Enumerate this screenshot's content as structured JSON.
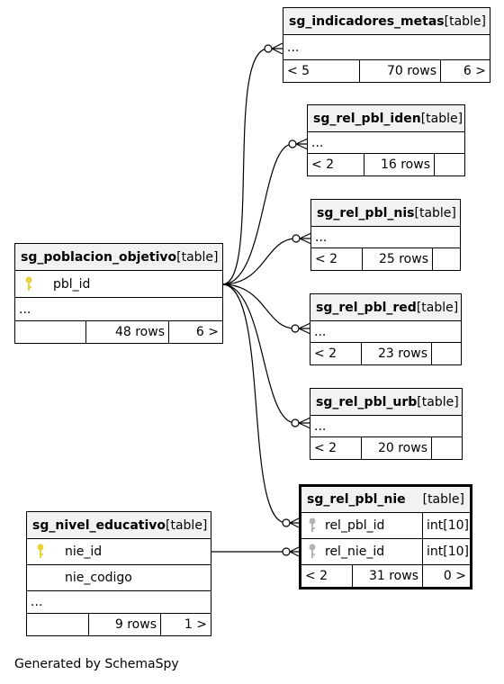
{
  "credit": "Generated by SchemaSpy",
  "tables": {
    "indicadores": {
      "name": "sg_indicadores_metas",
      "tag": "[table]",
      "ellipsis": "...",
      "prev": "< 5",
      "rows": "70 rows",
      "next": "6 >"
    },
    "iden": {
      "name": "sg_rel_pbl_iden",
      "tag": "[table]",
      "ellipsis": "...",
      "prev": "< 2",
      "rows": "16 rows",
      "next": ""
    },
    "nis": {
      "name": "sg_rel_pbl_nis",
      "tag": "[table]",
      "ellipsis": "...",
      "prev": "< 2",
      "rows": "25 rows",
      "next": ""
    },
    "red": {
      "name": "sg_rel_pbl_red",
      "tag": "[table]",
      "ellipsis": "...",
      "prev": "< 2",
      "rows": "23 rows",
      "next": ""
    },
    "urb": {
      "name": "sg_rel_pbl_urb",
      "tag": "[table]",
      "ellipsis": "...",
      "prev": "< 2",
      "rows": "20 rows",
      "next": ""
    },
    "poblacion": {
      "name": "sg_poblacion_objetivo",
      "tag": "[table]",
      "col1": "pbl_id",
      "ellipsis": "...",
      "prev": "",
      "rows": "48 rows",
      "next": "6 >"
    },
    "nie": {
      "name": "sg_rel_pbl_nie",
      "tag": "[table]",
      "col1": "rel_pbl_id",
      "col1_type": "int[10]",
      "col2": "rel_nie_id",
      "col2_type": "int[10]",
      "prev": "< 2",
      "rows": "31 rows",
      "next": "0 >"
    },
    "nivel": {
      "name": "sg_nivel_educativo",
      "tag": "[table]",
      "col1": "nie_id",
      "col2": "nie_codigo",
      "ellipsis": "...",
      "prev": "",
      "rows": "9 rows",
      "next": "1 >"
    }
  }
}
